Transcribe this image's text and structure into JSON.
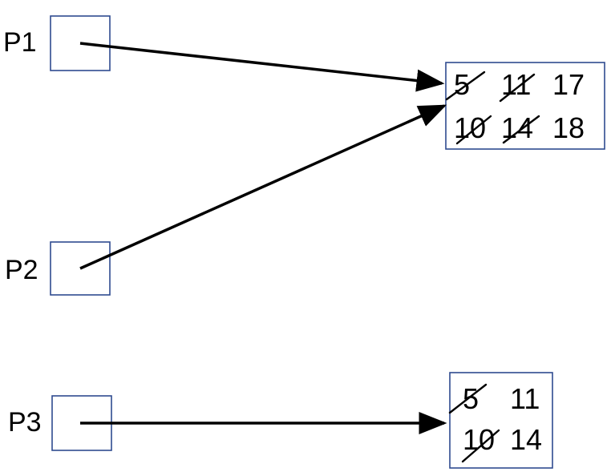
{
  "colors": {
    "box_border": "#2f4b8f",
    "ink": "#000000",
    "background": "#ffffff"
  },
  "pointers": [
    {
      "label": "P1",
      "target": "block-a"
    },
    {
      "label": "P2",
      "target": "block-a"
    },
    {
      "label": "P3",
      "target": "block-b"
    }
  ],
  "blocks": {
    "block-a": {
      "rows": [
        [
          {
            "value": "5",
            "crossed": true
          },
          {
            "value": "11",
            "crossed": true
          },
          {
            "value": "17",
            "crossed": false
          }
        ],
        [
          {
            "value": "10",
            "crossed": true
          },
          {
            "value": "14",
            "crossed": true
          },
          {
            "value": "18",
            "crossed": false
          }
        ]
      ]
    },
    "block-b": {
      "rows": [
        [
          {
            "value": "5",
            "crossed": true
          },
          {
            "value": "11",
            "crossed": false
          }
        ],
        [
          {
            "value": "10",
            "crossed": true
          },
          {
            "value": "14",
            "crossed": false
          }
        ]
      ]
    }
  }
}
